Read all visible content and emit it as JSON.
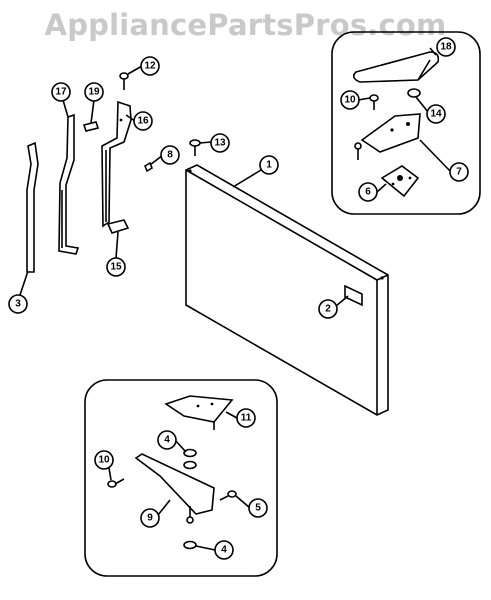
{
  "watermark": "AppliancePartsPros.com",
  "callouts": {
    "c1": "1",
    "c2": "2",
    "c3": "3",
    "c4a": "4",
    "c4b": "4",
    "c5": "5",
    "c6": "6",
    "c7": "7",
    "c8": "8",
    "c9": "9",
    "c10a": "10",
    "c10b": "10",
    "c11": "11",
    "c12": "12",
    "c13": "13",
    "c14": "14",
    "c15": "15",
    "c16": "16",
    "c17": "17",
    "c18": "18",
    "c19": "19"
  }
}
